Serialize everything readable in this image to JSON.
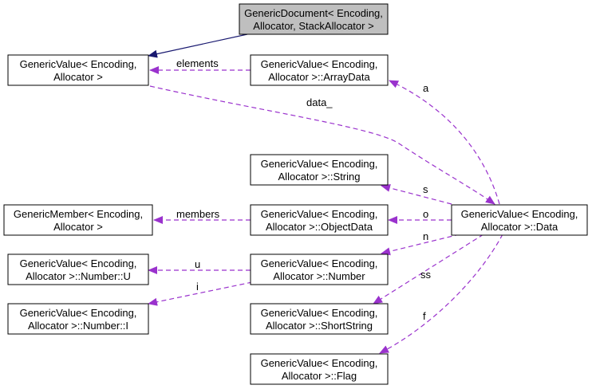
{
  "colors": {
    "inheritance": "#191970",
    "usage": "#9a32cd",
    "highlight_fill": "#bfbfbf"
  },
  "nodes": {
    "generic_document": {
      "line1": "GenericDocument< Encoding,",
      "line2": "Allocator, StackAllocator >"
    },
    "generic_value": {
      "line1": "GenericValue< Encoding,",
      "line2": "Allocator >"
    },
    "array_data": {
      "line1": "GenericValue< Encoding,",
      "line2": "Allocator >::ArrayData"
    },
    "string": {
      "line1": "GenericValue< Encoding,",
      "line2": "Allocator >::String"
    },
    "generic_member": {
      "line1": "GenericMember< Encoding,",
      "line2": "Allocator >"
    },
    "object_data": {
      "line1": "GenericValue< Encoding,",
      "line2": "Allocator >::ObjectData"
    },
    "data": {
      "line1": "GenericValue< Encoding,",
      "line2": "Allocator >::Data"
    },
    "number_u": {
      "line1": "GenericValue< Encoding,",
      "line2": "Allocator >::Number::U"
    },
    "number": {
      "line1": "GenericValue< Encoding,",
      "line2": "Allocator >::Number"
    },
    "number_i": {
      "line1": "GenericValue< Encoding,",
      "line2": "Allocator >::Number::I"
    },
    "short_string": {
      "line1": "GenericValue< Encoding,",
      "line2": "Allocator >::ShortString"
    },
    "flag": {
      "line1": "GenericValue< Encoding,",
      "line2": "Allocator >::Flag"
    }
  },
  "edge_labels": {
    "elements": "elements",
    "data_": "data_",
    "a": "a",
    "s": "s",
    "members": "members",
    "o": "o",
    "n": "n",
    "u": "u",
    "i": "i",
    "ss": "ss",
    "f": "f"
  }
}
